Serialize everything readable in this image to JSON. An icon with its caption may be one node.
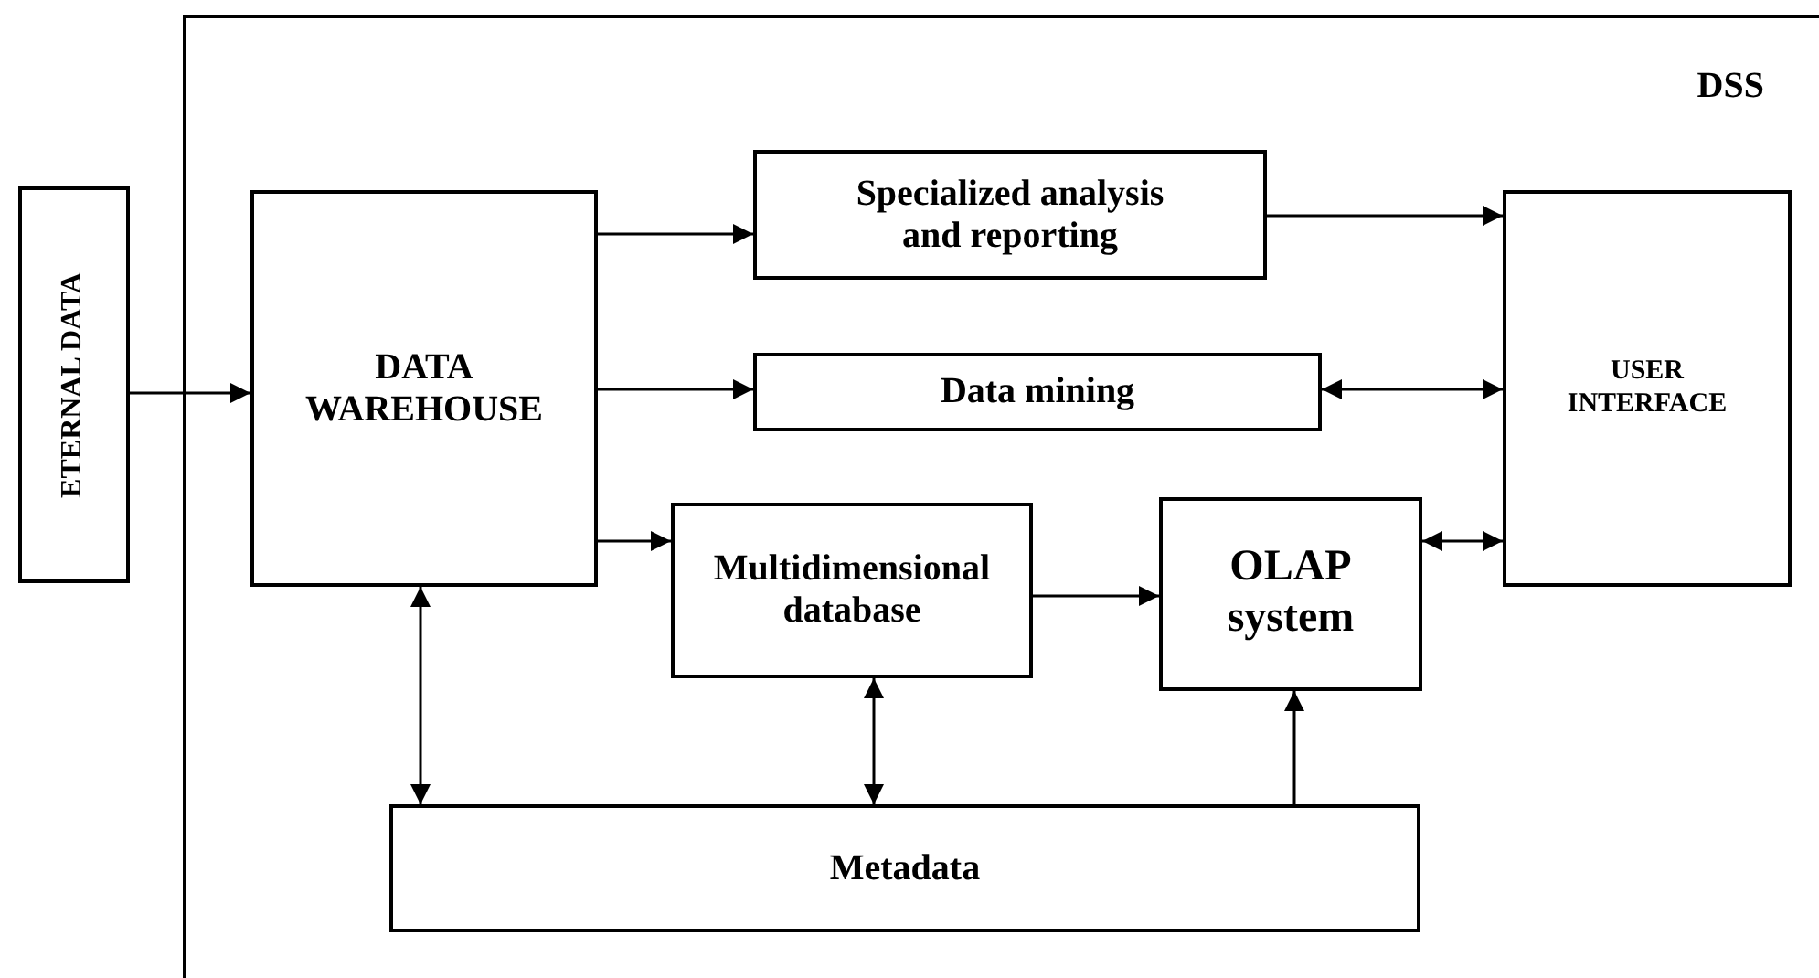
{
  "diagram": {
    "nodes": [
      {
        "text": [
          "DSS"
        ]
      },
      {
        "text": [
          "ETERNAL DATA"
        ]
      },
      {
        "text": [
          "DATA WAREHOUSE"
        ],
        "in": 0
      },
      {
        "text": [
          "Specialized analysis and reporting"
        ],
        "in": 0
      },
      {
        "text": [
          "Data mining"
        ],
        "in": 0
      },
      {
        "text": [
          "USER INTERFACE"
        ],
        "in": 0
      },
      {
        "text": [
          "Multidimensional database"
        ],
        "in": 0
      },
      {
        "text": [
          "OLAP system"
        ],
        "in": 0
      },
      {
        "text": [
          "Metadata"
        ],
        "in": 0
      }
    ],
    "edges": [
      {
        "from": 1,
        "to": 2,
        "arrow": "to"
      },
      {
        "from": 2,
        "to": 3,
        "arrow": "to"
      },
      {
        "from": 3,
        "to": 5,
        "arrow": "to"
      },
      {
        "from": 2,
        "to": 4,
        "arrow": "to"
      },
      {
        "from": 4,
        "to": 5,
        "arrow": "both"
      },
      {
        "from": 2,
        "to": 6,
        "arrow": "to"
      },
      {
        "from": 6,
        "to": 7,
        "arrow": "to"
      },
      {
        "from": 7,
        "to": 5,
        "arrow": "both"
      },
      {
        "from": 2,
        "to": 8,
        "arrow": "both"
      },
      {
        "from": 6,
        "to": 8,
        "arrow": "both"
      },
      {
        "from": 8,
        "to": 7,
        "arrow": "to"
      }
    ]
  }
}
